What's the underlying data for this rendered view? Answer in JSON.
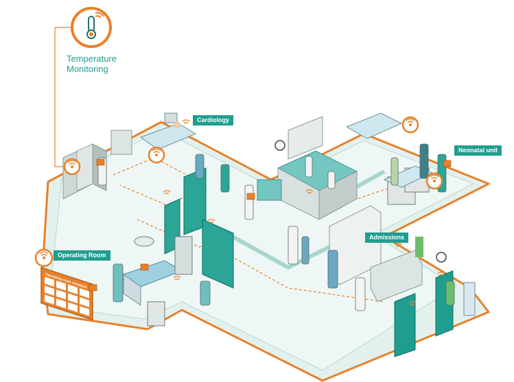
{
  "title_block": {
    "line1": "Temperature",
    "line2": "Monitoring",
    "icon": "thermometer-icon"
  },
  "zones": {
    "cardiology": "Cardiology",
    "neonatal": "Neonatal unit",
    "admissions": "Admissions",
    "operating": "Operating Room"
  },
  "board_text": "Operating room schedule",
  "colors": {
    "accent_orange": "#e8802a",
    "teal": "#1f9e8f",
    "floor_light": "#e3f1ee",
    "wall_grey": "#cfd8d6"
  }
}
